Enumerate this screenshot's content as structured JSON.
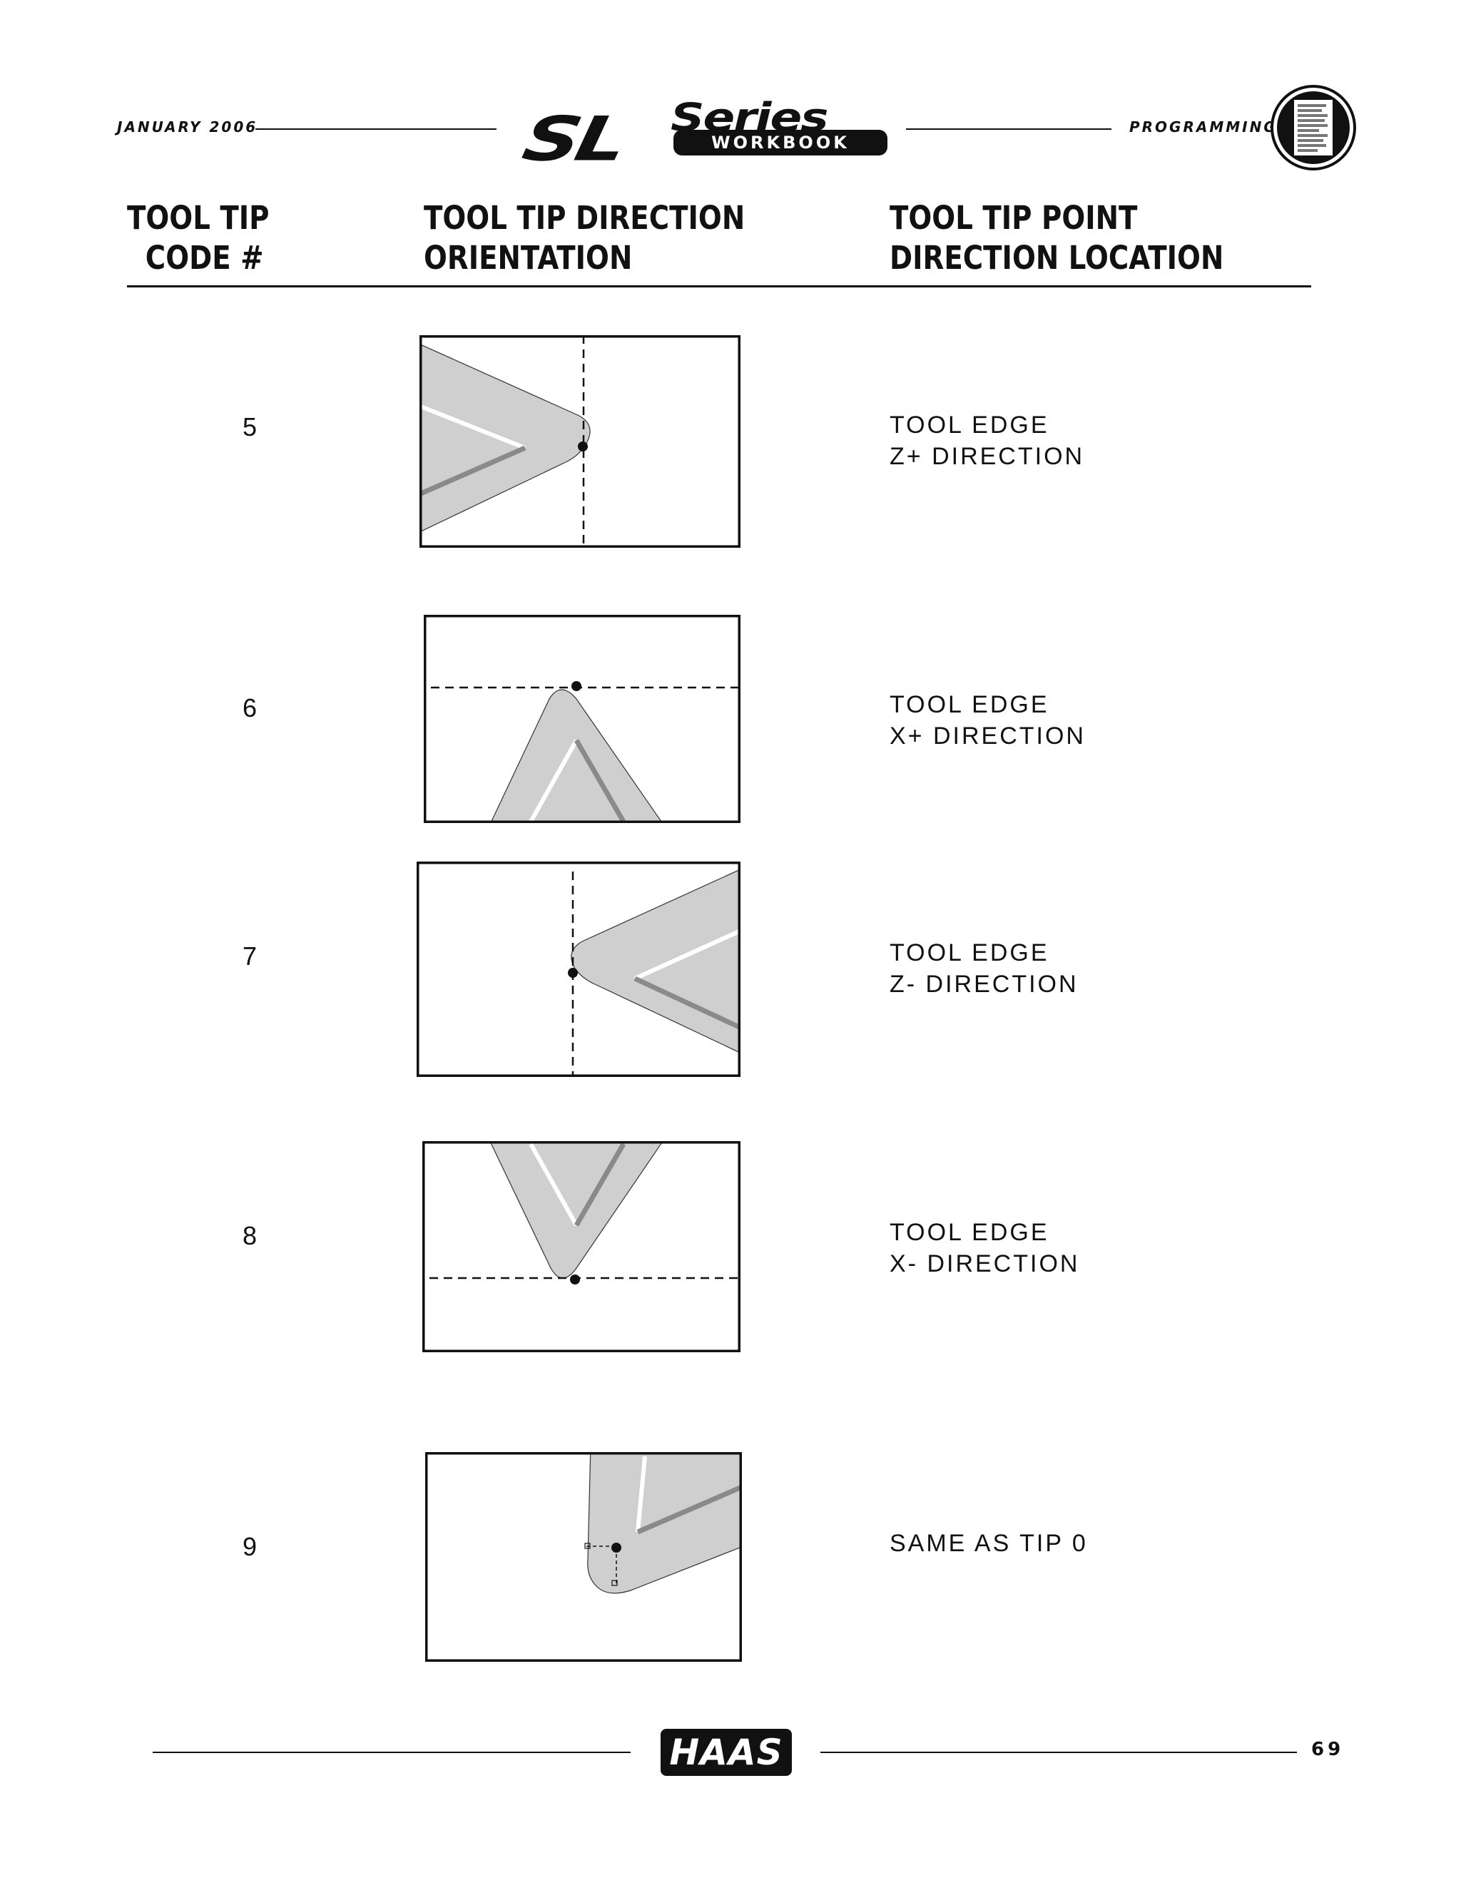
{
  "header": {
    "date": "JANUARY 2006",
    "section": "PROGRAMMING",
    "logo_main": "SL",
    "logo_series": "Series",
    "logo_sub": "WORKBOOK",
    "section_icon": "document-icon"
  },
  "columns": {
    "code_line1": "TOOL TIP",
    "code_line2": "CODE #",
    "orient_line1": "TOOL TIP DIRECTION",
    "orient_line2": "ORIENTATION",
    "location_line1": "TOOL TIP POINT",
    "location_line2": "DIRECTION  LOCATION"
  },
  "rows": [
    {
      "code": "5",
      "desc_line1": "TOOL  EDGE",
      "desc_line2": "Z+  DIRECTION"
    },
    {
      "code": "6",
      "desc_line1": "TOOL  EDGE",
      "desc_line2": "X+  DIRECTION"
    },
    {
      "code": "7",
      "desc_line1": "TOOL  EDGE",
      "desc_line2": "Z-  DIRECTION"
    },
    {
      "code": "8",
      "desc_line1": "TOOL  EDGE",
      "desc_line2": "X-  DIRECTION"
    },
    {
      "code": "9",
      "desc_line1": "SAME AS TIP 0",
      "desc_line2": ""
    }
  ],
  "footer": {
    "brand": "HAAS",
    "page_number": "69"
  },
  "colors": {
    "ink": "#111111",
    "insert_fill": "#cfcfcf",
    "edge_highlight": "#ffffff",
    "edge_shadow": "#8a8a8a"
  }
}
